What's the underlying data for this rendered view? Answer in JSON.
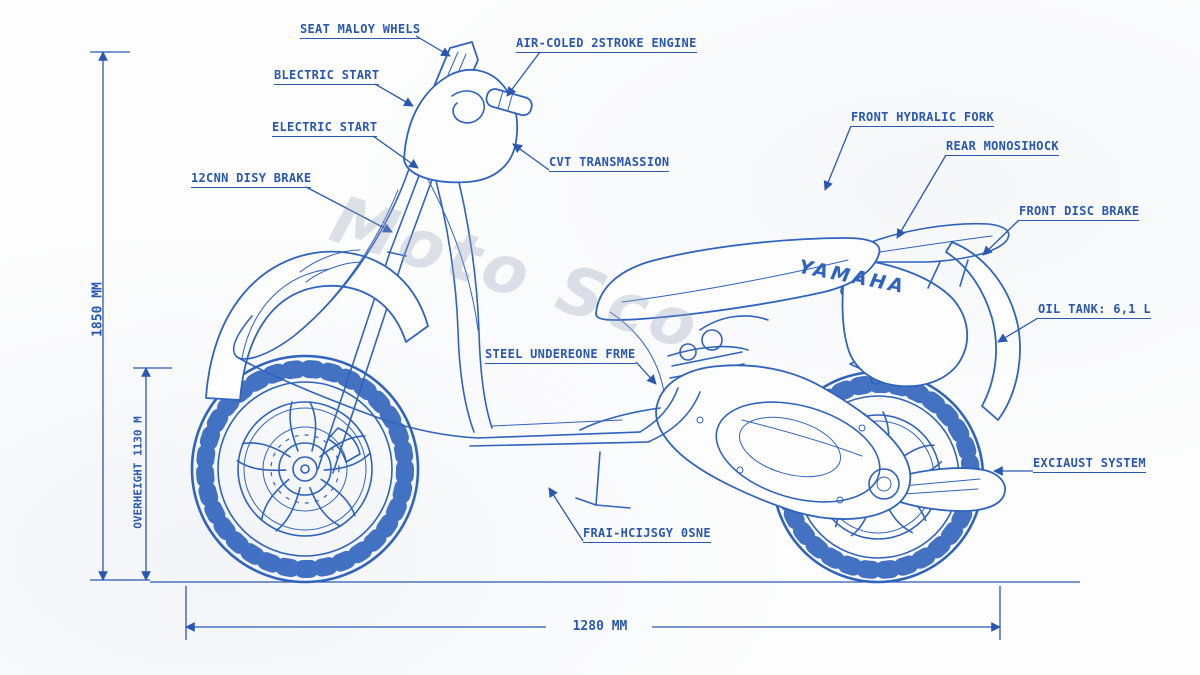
{
  "page": {
    "ink_color": "#2f63bd",
    "background_color": "#fdfdfd"
  },
  "watermark": {
    "text": "Moto Sco"
  },
  "drawing": {
    "brand_text": "YAMAHA"
  },
  "dimensions": {
    "overall_height": "1850 MM",
    "secondary_height": "OVERHEIGHT 1130 M",
    "wheelbase": "1280 MM"
  },
  "labels": [
    {
      "id": "seat-alloy-wheels",
      "text": "SEAT MALOY WHELS"
    },
    {
      "id": "air-cooled-engine",
      "text": "AIR-COLED 2STROKE ENGINE"
    },
    {
      "id": "blectric-start",
      "text": "BLECTRIC START"
    },
    {
      "id": "electric-start",
      "text": "ELECTRIC START"
    },
    {
      "id": "cvt-transmission",
      "text": "CVT TRANSMASSION"
    },
    {
      "id": "front-drum-brake",
      "text": "12CNN DISY BRAKE"
    },
    {
      "id": "front-hydraulic-fork",
      "text": "FRONT HYDRALIC FORK"
    },
    {
      "id": "rear-monoshock",
      "text": "REAR MONOSIHOCK"
    },
    {
      "id": "front-disc-brake",
      "text": "FRONT DISC BRAKE"
    },
    {
      "id": "oil-tank",
      "text": "OIL TANK: 6,1 L"
    },
    {
      "id": "steel-underbone",
      "text": "STEEL UNDEREONE FRME"
    },
    {
      "id": "exhaust-system",
      "text": "EXCIAUST SYSTEM"
    },
    {
      "id": "fuel-energy",
      "text": "FRAI-HCIJSGY 0SNE"
    }
  ]
}
